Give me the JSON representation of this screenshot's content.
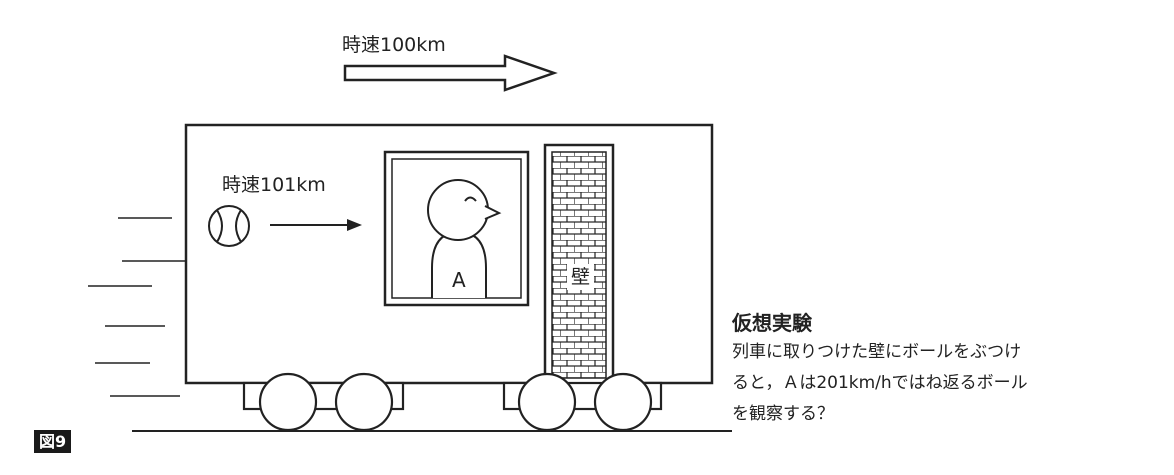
{
  "labels": {
    "train_speed": "時速100km",
    "ball_speed": "時速101km",
    "person": "A",
    "wall": "壁",
    "figure": "図9"
  },
  "caption": {
    "title": "仮想実験",
    "lines": [
      "列車に取りつけた壁にボールをぶつけ",
      "ると，Ａは201km/hではね返るボール",
      "を観察する？"
    ]
  },
  "colors": {
    "ink": "#222222",
    "badge_bg": "#1a1a1a",
    "badge_fg": "#ffffff"
  }
}
